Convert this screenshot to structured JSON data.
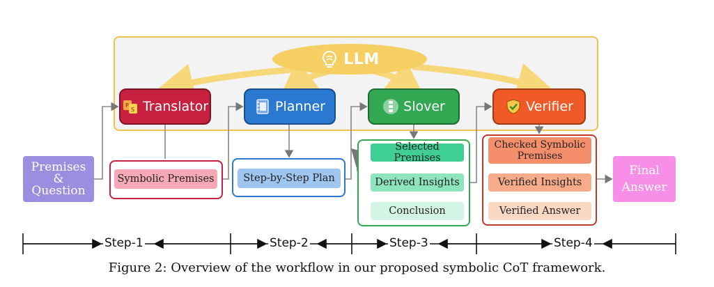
{
  "llm": {
    "label": "LLM"
  },
  "agents": {
    "translator": "Translator",
    "planner": "Planner",
    "slover": "Slover",
    "verifier": "Verifier"
  },
  "input": {
    "line1": "Premises",
    "line2": "&",
    "line3": "Question"
  },
  "outputs": {
    "symbolic_premises": "Symbolic Premises",
    "plan": "Step-by-Step Plan",
    "selected_premises": "Selected Premises",
    "derived_insights": "Derived Insights",
    "conclusion": "Conclusion",
    "checked_symbolic_premises": "Checked Symbolic Premises",
    "verified_insights": "Verified Insights",
    "verified_answer": "Verified Answer"
  },
  "final": {
    "line1": "Final",
    "line2": "Answer"
  },
  "steps": [
    "Step-1",
    "Step-2",
    "Step-3",
    "Step-4"
  ],
  "caption": "Figure 2: Overview of the workflow in our proposed symbolic CoT framework.",
  "colors": {
    "translator": "#c8203f",
    "planner": "#2b78d0",
    "slover": "#33a852",
    "verifier": "#ef5a26",
    "llm": "#f6cf63",
    "input": "#9b8ee0",
    "final": "#f78fe8"
  }
}
